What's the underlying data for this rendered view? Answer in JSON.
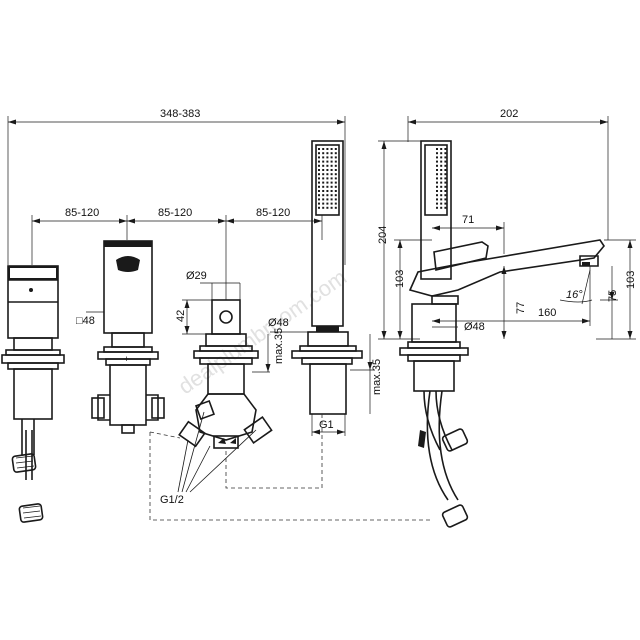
{
  "dimensions": {
    "overall_width": "348-383",
    "spout_width": "202",
    "spacing_1": "85-120",
    "spacing_2": "85-120",
    "spacing_3": "85-120",
    "square_body": "□48",
    "diverter_diameter": "Ø29",
    "diverter_height": "42",
    "handshower_base": "Ø48",
    "max_deck_1": "max.35",
    "max_deck_2": "max.35",
    "hose_thread": "G1",
    "connection_thread": "G1/2",
    "spout_total_height": "204",
    "spout_height_left": "103",
    "spout_height_right": "103",
    "spout_reach_71": "71",
    "spout_height_77": "77",
    "spout_reach_160": "160",
    "spout_height_75": "75",
    "spout_angle": "16°",
    "spout_base": "Ø48"
  },
  "watermark": "dealplumbroom.com"
}
